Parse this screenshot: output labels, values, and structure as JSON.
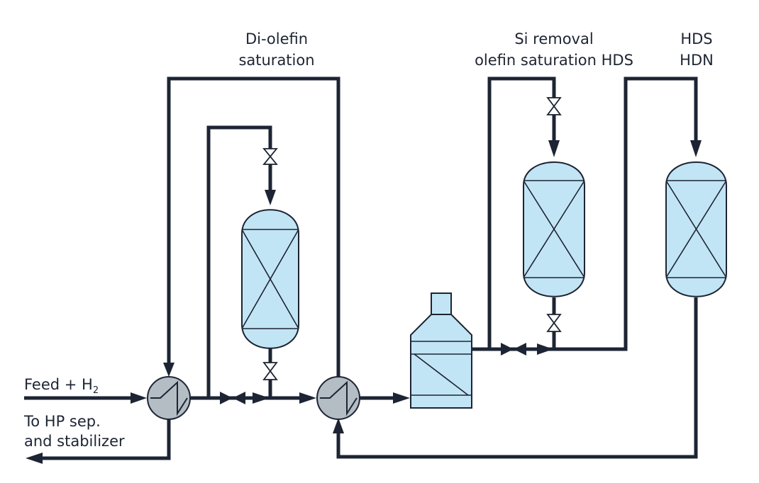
{
  "labels": {
    "feed": "Feed + H",
    "feed_sub": "2",
    "to_hp_line1": "To HP sep.",
    "to_hp_line2": "and stabilizer",
    "diolefin_line1": "Di-olefin",
    "diolefin_line2": "saturation",
    "si_line1": "Si removal",
    "si_line2": "olefin saturation HDS",
    "hds_line1": "HDS",
    "hds_line2": "HDN"
  },
  "colors": {
    "line": "#1d2433",
    "vessel_fill": "#c2e5f5",
    "exchanger_fill": "#b4bcc4",
    "background": "#ffffff"
  },
  "icons": {
    "heat_exchanger": "heat-exchanger-icon",
    "gate_valve": "gate-valve-icon",
    "reactor": "packed-bed-reactor-icon",
    "furnace": "fired-heater-icon"
  }
}
